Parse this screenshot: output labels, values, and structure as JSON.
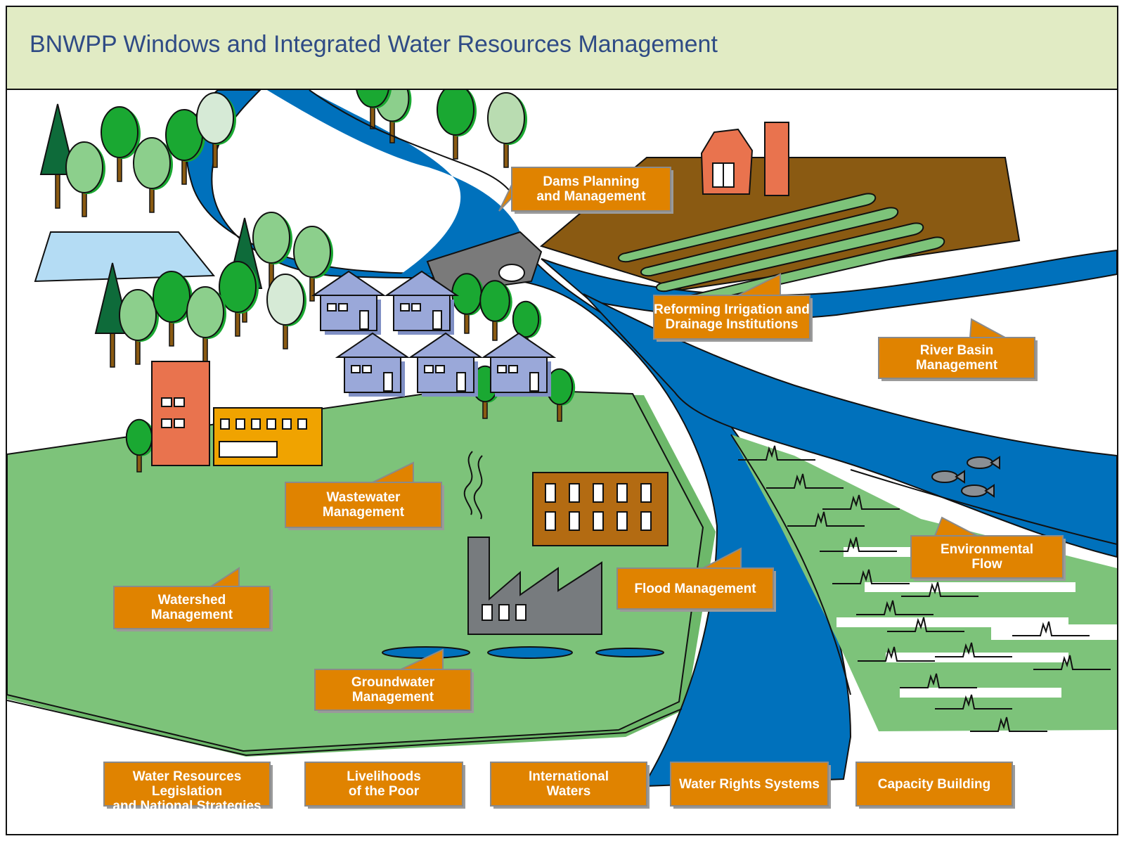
{
  "title": "BNWPP Windows and Integrated Water Resources Management",
  "colors": {
    "header_bg": "#e1ebc4",
    "title_text": "#2f4b85",
    "river": "#0071bc",
    "field": "#7dc37a",
    "farmland": "#8a5a12",
    "callout": "#e08300",
    "tree_dark": "#1aa832",
    "tree_light": "#8ccf8c",
    "conifer": "#0e6b3a",
    "house": "#9aa8d9",
    "building_orange": "#e9734e",
    "building_yellow": "#f0a300",
    "factory": "#777b7e"
  },
  "callouts": [
    {
      "key": "dams",
      "label": "Dams Planning\nand Management"
    },
    {
      "key": "irrigation",
      "label": "Reforming Irrigation and\nDrainage Institutions"
    },
    {
      "key": "river_basin",
      "label": "River Basin\nManagement"
    },
    {
      "key": "wastewater",
      "label": "Wastewater\nManagement"
    },
    {
      "key": "environmental_flow",
      "label": "Environmental\nFlow"
    },
    {
      "key": "flood",
      "label": "Flood Management"
    },
    {
      "key": "watershed",
      "label": "Watershed\nManagement"
    },
    {
      "key": "groundwater",
      "label": "Groundwater\nManagement"
    }
  ],
  "bottom_boxes": [
    {
      "key": "legislation",
      "label": "Water Resources Legislation\nand National Strategies"
    },
    {
      "key": "livelihoods",
      "label": "Livelihoods\nof the Poor"
    },
    {
      "key": "international",
      "label": "International\nWaters"
    },
    {
      "key": "water_rights",
      "label": "Water Rights Systems"
    },
    {
      "key": "capacity",
      "label": "Capacity Building"
    }
  ],
  "icons": [
    "deciduous-tree-icon",
    "conifer-tree-icon",
    "house-icon",
    "office-building-icon",
    "factory-icon",
    "barn-icon",
    "silo-icon",
    "dam-icon",
    "fish-icon",
    "marsh-grass-icon",
    "pond-icon",
    "smoke-icon"
  ]
}
